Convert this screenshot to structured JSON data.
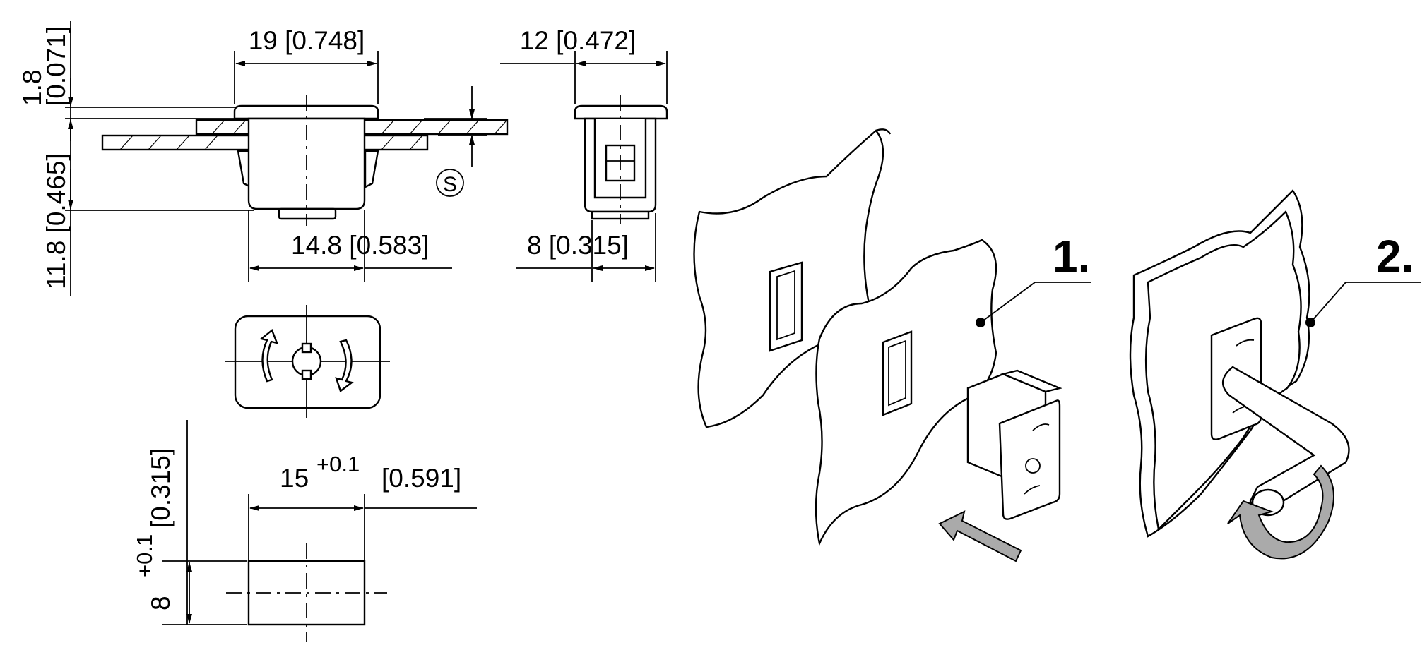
{
  "dimensions": {
    "top_height": "1.8",
    "top_height_in": "[0.071]",
    "body_height": "11.8 [0.465]",
    "flange_width": "19 [0.748]",
    "body_width": "14.8 [0.583]",
    "side_flange": "12 [0.472]",
    "side_body": "8 [0.315]",
    "sheet_symbol": "S",
    "cutout_width_base": "15",
    "cutout_width_tol": "+0.1",
    "cutout_width_in": "[0.591]",
    "cutout_height_base": "8",
    "cutout_height_tol": "+0.1",
    "cutout_height_in": "[0.315]"
  },
  "steps": {
    "step1": "1.",
    "step2": "2."
  },
  "icons": [
    "rotate-arrows-icon",
    "push-arrow-icon",
    "rotate-clockwise-arrow-icon"
  ]
}
